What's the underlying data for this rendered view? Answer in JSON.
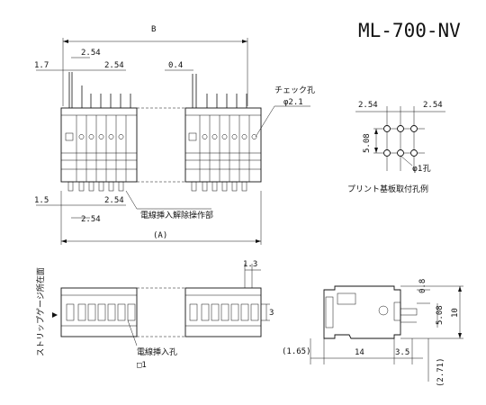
{
  "title": "ML-700-NV",
  "top_view": {
    "dim_B": "B",
    "dim_1_7": "1.7",
    "dim_2_54_top_a": "2.54",
    "dim_2_54_top_b": "2.54",
    "dim_0_4": "0.4",
    "check_hole_label": "チェック孔",
    "check_hole_dia": "φ2.1",
    "dim_1_5": "1.5",
    "dim_2_54_bot_a": "2.54",
    "dim_2_54_bot_b": "2.54",
    "release_label": "電線挿入解除操作部",
    "dim_A": "(A)"
  },
  "pcb_layout": {
    "dim_2_54_left": "2.54",
    "dim_2_54_right": "2.54",
    "dim_5_08": "5.08",
    "hole_label": "φ1孔",
    "caption": "プリント基板取付孔例"
  },
  "front_view": {
    "dim_1_3": "1.3",
    "dim_3": "3",
    "strip_gauge_label": "ストリップゲージ所在面",
    "wire_hole_label": "電線挿入孔",
    "wire_hole_size": "□1"
  },
  "side_view": {
    "dim_0_8": "0.8",
    "dim_5_08": "5.08",
    "dim_10": "10",
    "dim_1_65": "(1.65)",
    "dim_14": "14",
    "dim_3_5": "3.5",
    "dim_2_71": "(2.71)"
  }
}
